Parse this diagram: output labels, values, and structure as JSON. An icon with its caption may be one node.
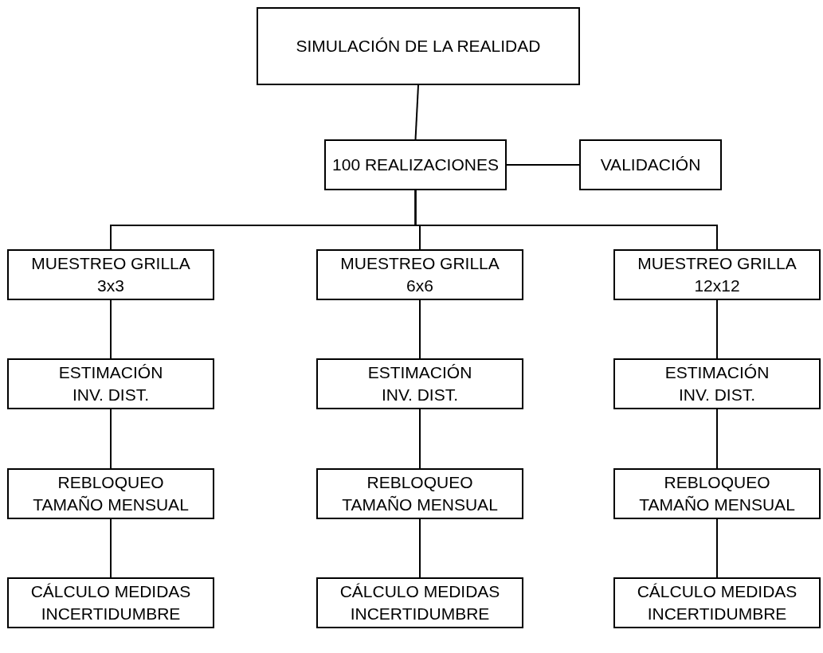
{
  "diagram": {
    "nodes": [
      {
        "text": [
          "SIMULACIÓN DE LA REALIDAD"
        ]
      },
      {
        "text": [
          "100 REALIZACIONES"
        ]
      },
      {
        "text": [
          "VALIDACIÓN"
        ]
      },
      {
        "text": [
          "MUESTREO GRILLA",
          "3x3"
        ]
      },
      {
        "text": [
          "MUESTREO GRILLA",
          "6x6"
        ]
      },
      {
        "text": [
          "MUESTREO GRILLA",
          "12x12"
        ]
      },
      {
        "text": [
          "ESTIMACIÓN",
          "INV. DIST."
        ]
      },
      {
        "text": [
          "ESTIMACIÓN",
          "INV. DIST."
        ]
      },
      {
        "text": [
          "ESTIMACIÓN",
          "INV. DIST."
        ]
      },
      {
        "text": [
          "REBLOQUEO",
          "TAMAÑO MENSUAL"
        ]
      },
      {
        "text": [
          "REBLOQUEO",
          "TAMAÑO MENSUAL"
        ]
      },
      {
        "text": [
          "REBLOQUEO",
          "TAMAÑO MENSUAL"
        ]
      },
      {
        "text": [
          "CÁLCULO MEDIDAS",
          "INCERTIDUMBRE"
        ]
      },
      {
        "text": [
          "CÁLCULO MEDIDAS",
          "INCERTIDUMBRE"
        ]
      },
      {
        "text": [
          "CÁLCULO MEDIDAS",
          "INCERTIDUMBRE"
        ]
      }
    ],
    "edges": [
      {
        "from": 0,
        "to": 1,
        "arrow": "none"
      },
      {
        "from": 1,
        "to": 2,
        "arrow": "none"
      },
      {
        "from": 1,
        "to": 3,
        "arrow": "none"
      },
      {
        "from": 1,
        "to": 4,
        "arrow": "none"
      },
      {
        "from": 1,
        "to": 5,
        "arrow": "none"
      },
      {
        "from": 3,
        "to": 6,
        "arrow": "none"
      },
      {
        "from": 4,
        "to": 7,
        "arrow": "none"
      },
      {
        "from": 5,
        "to": 8,
        "arrow": "none"
      },
      {
        "from": 6,
        "to": 9,
        "arrow": "none"
      },
      {
        "from": 7,
        "to": 10,
        "arrow": "none"
      },
      {
        "from": 8,
        "to": 11,
        "arrow": "none"
      },
      {
        "from": 9,
        "to": 12,
        "arrow": "none"
      },
      {
        "from": 10,
        "to": 13,
        "arrow": "none"
      },
      {
        "from": 11,
        "to": 14,
        "arrow": "none"
      }
    ]
  }
}
